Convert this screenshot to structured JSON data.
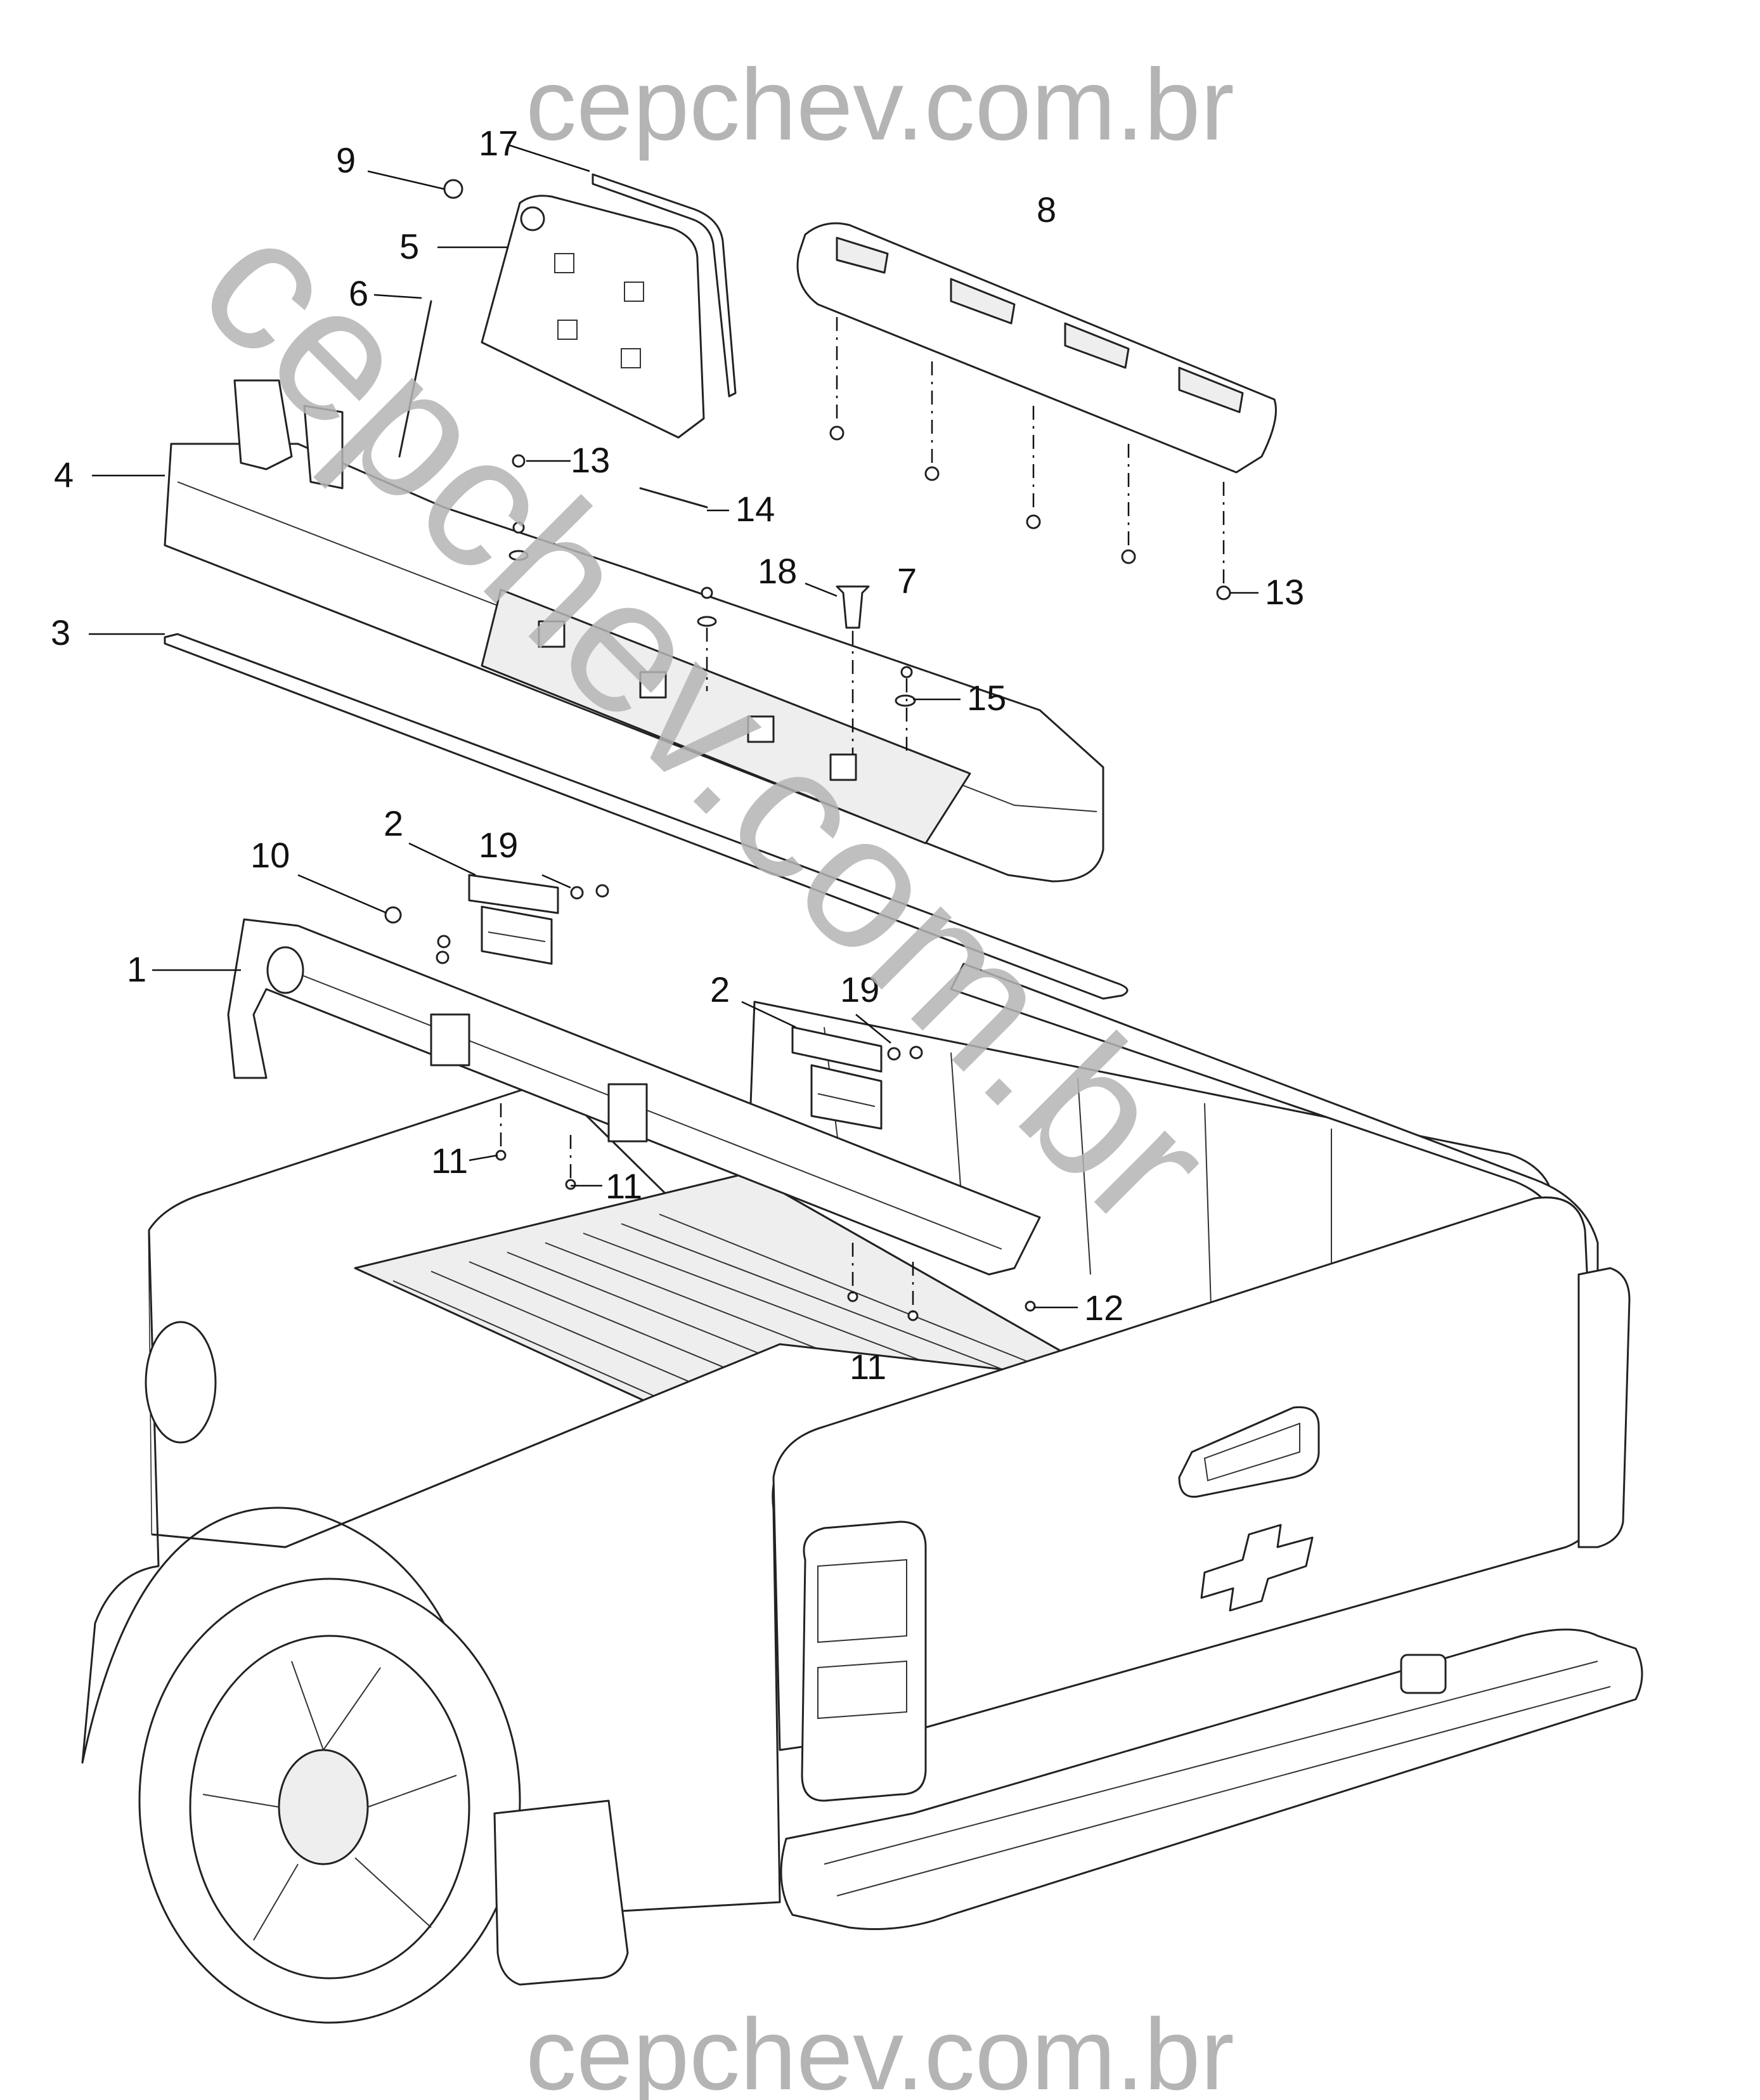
{
  "watermark": {
    "top": "cepchev.com.br",
    "bottom": "cepchev.com.br",
    "diagonal": "cepchev.com.br",
    "color": "#b4b4b4"
  },
  "callouts": {
    "c1": "1",
    "c2a": "2",
    "c2b": "2",
    "c3": "3",
    "c4": "4",
    "c5": "5",
    "c6": "6",
    "c7": "7",
    "c8": "8",
    "c9": "9",
    "c10": "10",
    "c11a": "11",
    "c11b": "11",
    "c11c": "11",
    "c12": "12",
    "c13a": "13",
    "c13b": "13",
    "c14": "14",
    "c15": "15",
    "c17": "17",
    "c18": "18",
    "c19a": "19",
    "c19b": "19"
  }
}
